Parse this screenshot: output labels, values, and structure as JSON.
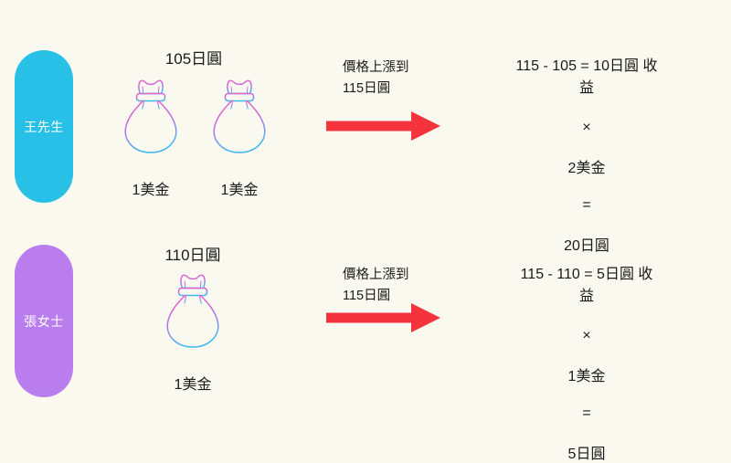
{
  "theme": {
    "background": "#faf9f0",
    "text": "#1a1a1a",
    "badge_wang": "#29c0e8",
    "badge_zhang": "#b97ded",
    "arrow": "#f4333d",
    "bag_top": "#ef5fc0",
    "bag_bottom": "#3fb8f0"
  },
  "rows": [
    {
      "person": "王先生",
      "rate_label": "105日圓",
      "bags": [
        {
          "caption": "1美金",
          "icon": "money-bag-icon"
        },
        {
          "caption": "1美金",
          "icon": "money-bag-icon"
        }
      ],
      "arrow": {
        "caption_line1": "價格上漲到",
        "caption_line2": "115日圓",
        "icon": "right-arrow-icon"
      },
      "formula": {
        "headline": "115 - 105 = 10日圓 收益",
        "operator_multiply": "×",
        "multiplier": "2美金",
        "operator_equals": "=",
        "result": "20日圓"
      }
    },
    {
      "person": "張女士",
      "rate_label": "110日圓",
      "bags": [
        {
          "caption": "1美金",
          "icon": "money-bag-icon"
        }
      ],
      "arrow": {
        "caption_line1": "價格上漲到",
        "caption_line2": "115日圓",
        "icon": "right-arrow-icon"
      },
      "formula": {
        "headline": "115 - 110 = 5日圓 收益",
        "operator_multiply": "×",
        "multiplier": "1美金",
        "operator_equals": "=",
        "result": "5日圓"
      }
    }
  ]
}
